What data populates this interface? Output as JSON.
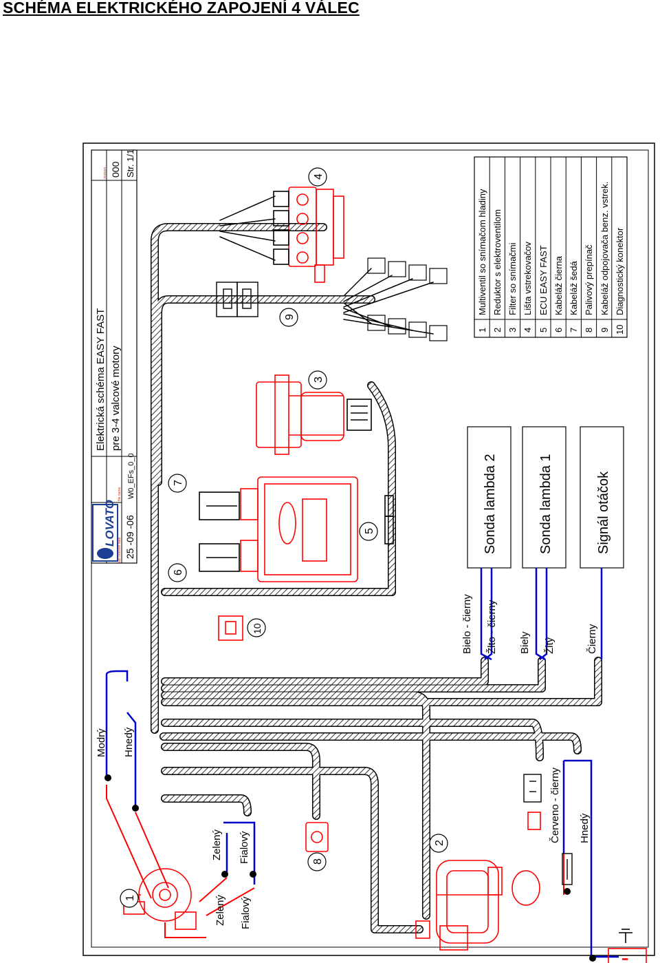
{
  "page": {
    "heading": "SCHÉMA ELEKTRICKÉHO ZAPOJENÍ 4 VÁLEC"
  },
  "title_block": {
    "brand": "LOVATO",
    "last_revision_date_label": "last revision date",
    "file_name_label": "file name",
    "revision_label": "revision",
    "date": "25 -09 -06",
    "file_name": "W0_EFs_0_0",
    "title_line1": "Elektrická schéma EASY FAST",
    "title_line2": "pre 3-4 valcové motory",
    "revision": "000",
    "page": "Str.  1/1"
  },
  "legend": [
    {
      "num": "1",
      "text": "Multiventil so snímačom hladiny"
    },
    {
      "num": "2",
      "text": "Reduktor s elektroventilom"
    },
    {
      "num": "3",
      "text": "Filter so snímačmi"
    },
    {
      "num": "4",
      "text": "Lišta vstrekovačov"
    },
    {
      "num": "5",
      "text": "ECU EASY FAST"
    },
    {
      "num": "6",
      "text": "Kabeláž čierna"
    },
    {
      "num": "7",
      "text": "Kabeláž šedá"
    },
    {
      "num": "8",
      "text": "Palivový prepínač"
    },
    {
      "num": "9",
      "text": "Kabeláž odpojovača benz. vstrek."
    },
    {
      "num": "10",
      "text": "Diagnostický konektor"
    }
  ],
  "signal_boxes": [
    "Sonda lambda 2",
    "Sonda lambda 1",
    "Signál otáčok"
  ],
  "wire_labels": {
    "bielo_cierny": "Bielo - čierny",
    "zlto_cierny": "Žlto - čierny",
    "biely": "Biely",
    "zlty": "Žltý",
    "cierny": "Čierny",
    "modry": "Modrý",
    "hnedy_top": "Hnedý",
    "zeleny_1": "Zelený",
    "fialovy_1": "Fialový",
    "zeleny_2": "Zelený",
    "fialovy_2": "Fialový",
    "cerveno_cierny": "Červeno - čierny",
    "hnedy_bottom": "Hnedý"
  },
  "component_numbers": {
    "c1": "1",
    "c2": "2",
    "c3": "3",
    "c4": "4",
    "c5": "5",
    "c6": "6",
    "c7": "7",
    "c8": "8",
    "c9": "9",
    "c10": "10"
  },
  "colors": {
    "component": "#ff0000",
    "signal_wire": "#0000cc",
    "frame": "#000000"
  }
}
